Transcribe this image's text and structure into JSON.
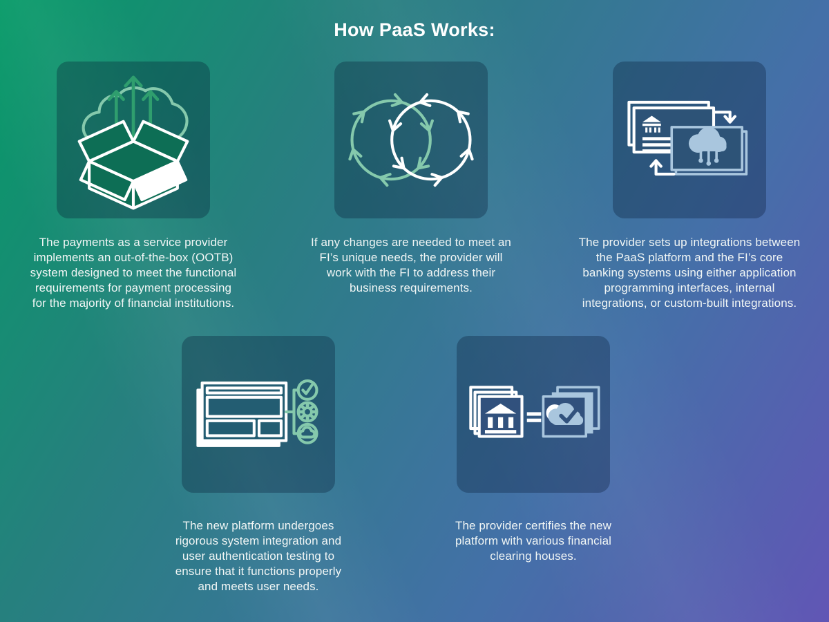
{
  "title": "How PaaS Works:",
  "theme": {
    "gradient_green": "#069A67",
    "gradient_teal": "#26807E",
    "gradient_blue": "#4470A8",
    "gradient_purple": "#6156B5",
    "card_overlay": "rgba(3,21,48,0.30)",
    "mint": "#85C9AC",
    "green_arrow": "#2F9E6E",
    "light_blue": "#A9C6DE",
    "white": "#FFFFFF",
    "text": "#F1F6F5",
    "card1_bg": "#0D6E55",
    "card2_bg": "#1F5C6C",
    "card3_bg": "#2D5377",
    "card4_bg": "#235D72",
    "card5_bg": "#31517D"
  },
  "steps": [
    {
      "icon": "box-cloud-launch-icon",
      "caption": "The payments as a service provider\nimplements an out-of-the-box (OOTB)\nsystem designed to meet the functional\nrequirements for payment processing\nfor the majority of financial institutions."
    },
    {
      "icon": "sync-cycles-icon",
      "caption": "If any changes are needed to meet an\nFI’s unique needs, the provider will\nwork with the FI to address their\nbusiness requirements."
    },
    {
      "icon": "bank-cloud-integration-icon",
      "caption": "The provider sets up integrations between\nthe PaaS platform and the FI’s core\nbanking systems using either application\nprogramming interfaces, internal\nintegrations, or custom-built integrations."
    },
    {
      "icon": "platform-testing-icon",
      "caption": "The new platform undergoes\nrigorous system integration and\nuser authentication testing to\nensure that it functions properly\nand meets user needs."
    },
    {
      "icon": "bank-cloud-certification-icon",
      "caption": "The provider certifies the new\nplatform with various financial\nclearing houses."
    }
  ]
}
